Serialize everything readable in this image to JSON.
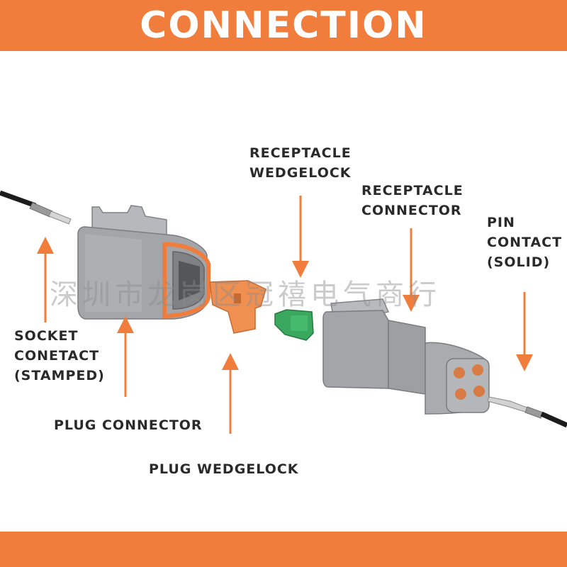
{
  "header": {
    "title": "CONNECTION"
  },
  "labels": {
    "socket_contact": [
      "SOCKET",
      "CONETACT",
      "(STAMPED)"
    ],
    "plug_connector": "PLUG CONNECTOR",
    "plug_wedgelock": "PLUG WEDGELOCK",
    "receptacle_wedgelock": [
      "RECEPTACLE",
      "WEDGELOCK"
    ],
    "receptacle_connector": [
      "RECEPTACLE",
      "CONNECTOR"
    ],
    "pin_contact": [
      "PIN",
      "CONTACT",
      "(SOLID)"
    ]
  },
  "watermark": "深圳市龙岗区冠禧电气商行",
  "colors": {
    "accent": "#f07d3c",
    "connector_gray": "#a3a5a8",
    "wedgelock_orange": "#f09050",
    "wedgelock_green": "#3aa85e"
  }
}
